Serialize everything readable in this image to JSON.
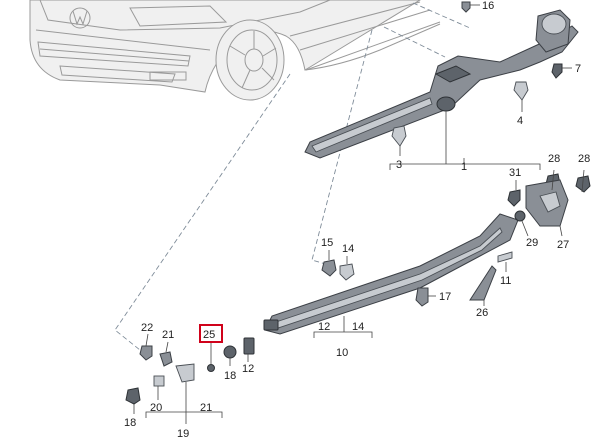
{
  "callouts": {
    "c1": "1",
    "c3": "3",
    "c4": "4",
    "c7": "7",
    "c10": "10",
    "c11": "11",
    "c12a": "12",
    "c12b": "12",
    "c14a": "14",
    "c14b": "14",
    "c15": "15",
    "c16": "16",
    "c17": "17",
    "c18a": "18",
    "c18b": "18",
    "c19": "19",
    "c20": "20",
    "c21a": "21",
    "c21b": "21",
    "c22": "22",
    "c25": "25",
    "c26": "26",
    "c27": "27",
    "c28a": "28",
    "c28b": "28",
    "c29": "29",
    "c31": "31"
  },
  "highlight": {
    "callout": "25",
    "color": "#d0021b"
  }
}
